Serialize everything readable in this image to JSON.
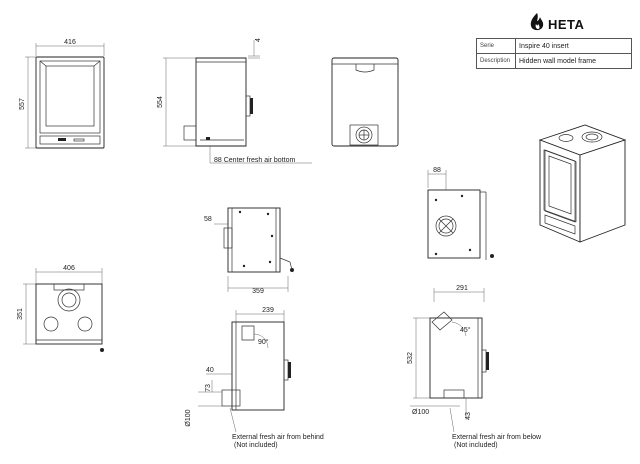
{
  "brand": "HETA",
  "title_block": {
    "rows": [
      {
        "label": "Serie",
        "value": "Inspire 40 insert"
      },
      {
        "label": "Description",
        "value": "Hidden wall model frame"
      }
    ]
  },
  "dimensions": {
    "front_width": "416",
    "front_height": "557",
    "side_top_gap": "4",
    "side_height": "554",
    "side_note": "88 Center fresh air bottom",
    "side_view_offset": "58",
    "side_view_depth": "359",
    "back_offset": "88",
    "top_width": "406",
    "top_depth": "351",
    "behind_depth": "239",
    "behind_angle": "90°",
    "behind_height_40": "40",
    "behind_height_73": "73",
    "behind_diameter": "Ø100",
    "behind_note_line1": "External fresh air from behind",
    "behind_note_line2": "(Not included)",
    "below_depth": "291",
    "below_angle": "45°",
    "below_height": "532",
    "below_diameter": "Ø100",
    "below_offset": "43",
    "below_note_line1": "External fresh air from below",
    "below_note_line2": "(Not included)"
  }
}
